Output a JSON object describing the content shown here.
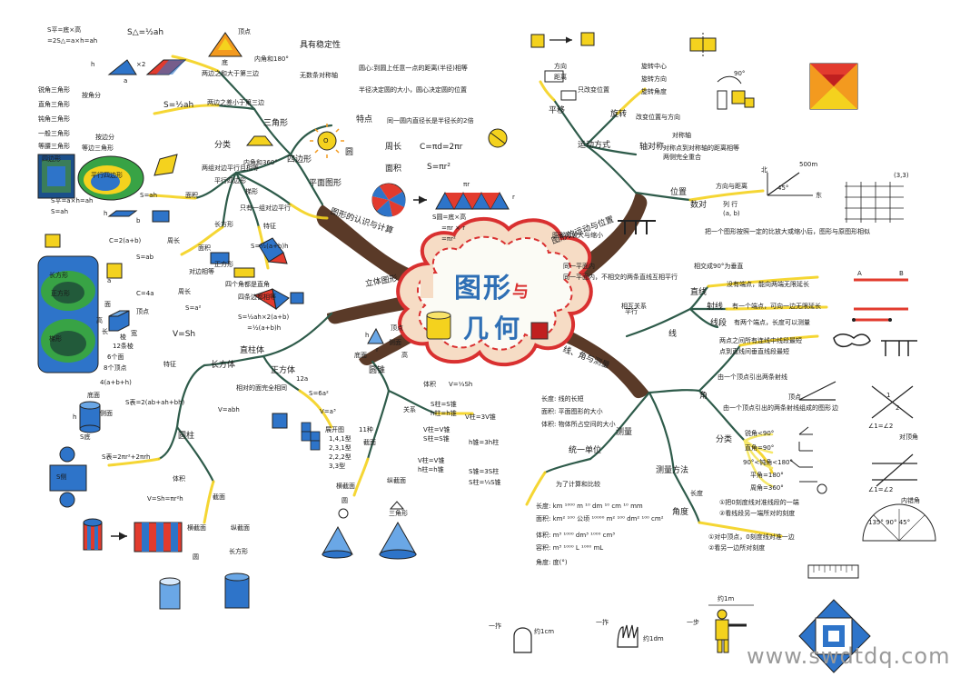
{
  "center": {
    "title_line1": "图形",
    "title_small": "与",
    "title_line2": "几何"
  },
  "branches": {
    "upper_left": "图形的认识与计算",
    "plane": "平面图形",
    "solid": "立体图形",
    "upper_right": "图形的运动与位置",
    "lower_right": "线、角与测量"
  },
  "plane": {
    "triangle": {
      "label": "三角形",
      "area": "S=½ah",
      "area_ex": "S△=½ah",
      "sum": "内角和180°",
      "tri_formula": "S平=底×高",
      "tri_formula2": "=2S△=a×h=ah",
      "classify": "分类",
      "by_angle": "按角分",
      "by_side": "按边分",
      "acute": "锐角三角形",
      "right": "直角三角形",
      "obtuse": "钝角三角形",
      "scalene": "一般三角形",
      "isosceles": "等腰三角形",
      "equilateral": "等边三角形",
      "stability": "具有稳定性",
      "two_sides": "两边之和大于第三边",
      "two_sides2": "两边之差小于第三边",
      "dim": "ha",
      "x2": "×2",
      "label_a": "a",
      "label_h": "h",
      "label_top": "顶点",
      "label_base": "底"
    },
    "circle": {
      "label": "圆",
      "radius": "半径决定圆的大小，圆心决定圆的位置",
      "center": "圆心:到圆上任意一点的距离(半径)相等",
      "feature": "特点",
      "same_circle": "同一圆内直径长是半径长的2倍",
      "symmetric": "无数条对称轴",
      "perimeter": "周长",
      "perimeter_f": "C=πd=2πr",
      "area": "面积",
      "area_f": "S=πr²",
      "o_label": "O",
      "area_deriv": "S圆=底×高",
      "area_deriv2": "=πr × r",
      "area_deriv3": "=πr²",
      "r_label": "r",
      "pir_label": "πr"
    },
    "quad": {
      "label": "四边形",
      "sum": "内角和360°",
      "parallelogram": "平行四边形",
      "para_area": "S=ah",
      "para_feat": "两组对边平行且相等",
      "trapezoid": "梯形",
      "trap_area": "S=½(a+b)h",
      "trap_feat": "只有一组对边平行",
      "rect": "长方形",
      "rect_perim": "C=2(a+b)",
      "rect_area": "S=ab",
      "square": "正方形",
      "sq_perim": "C=4a",
      "sq_area": "S=a²",
      "para_ex": "S平=a×h=ah",
      "para_ex2": "S=ah",
      "trap_ex": "S=½ah×2(a+b)",
      "trap_ex2": "=½(a+b)h",
      "perim": "周长",
      "area": "面积",
      "feat": "特征",
      "opposite": "对边相等",
      "four_right": "四个角都是直角",
      "all_equal": "四条边都相等",
      "l_a": "a",
      "l_b": "b",
      "l_h": "h"
    },
    "sets": {
      "four": "四边形",
      "para": "平行四边形",
      "rect": "长方形",
      "sq": "正方形",
      "trap": "梯形"
    }
  },
  "solid": {
    "cuboid": {
      "label": "长方体",
      "label2": "正方体",
      "vol": "V=abh",
      "vol2": "V=Sh",
      "sa": "S表=2(ab+ah+bh)",
      "sa2": "S=6a²",
      "vol3": "V=a³",
      "edges": "12条棱",
      "faces": "6个面",
      "vertices": "8个顶点",
      "edge_sum": "4(a+b+h)",
      "edge_sum2": "12a",
      "feat": "特征",
      "column": "直柱体",
      "face_label": "面",
      "edge_label": "棱",
      "vertex_label": "顶点",
      "lbl_l": "长",
      "lbl_w": "宽",
      "lbl_h": "高",
      "same_faces": "相对的面完全相同",
      "cubes": "1,4,1型",
      "cubes2": "2,3,1型",
      "cubes3": "2,2,2型",
      "cubes4": "3,3型",
      "unfold": "展开图",
      "num": "11种"
    },
    "cylinder": {
      "label": "圆柱",
      "sa": "S表=2πr²+2πrh",
      "side": "侧面",
      "base": "底面",
      "vol": "V=Sh=πr²h",
      "vol_label": "体积",
      "section": "截面",
      "cross": "横截面",
      "long": "纵截面",
      "circle": "圆",
      "rect": "长方形",
      "s_side": "S侧",
      "label_h": "h",
      "label_s": "S底"
    },
    "cone": {
      "label": "圆锥",
      "vol": "V=⅓Sh",
      "vol_label": "体积",
      "rel": "关系",
      "eq1": "S柱=S锥",
      "eq2": "h柱=h锥",
      "eq3": "V柱=3V锥",
      "eq4": "V柱=V锥",
      "eq5": "S柱=S锥",
      "eq6": "h锥=3h柱",
      "eq7": "V柱=V锥",
      "eq8": "h柱=h锥",
      "eq9": "S锥=3S柱",
      "eq10": "S柱=⅓S锥",
      "section": "截面",
      "cross": "横截面",
      "long": "纵截面",
      "circle": "圆",
      "triangle": "三角形",
      "vertex": "顶点",
      "side": "侧面",
      "base": "底面",
      "height": "高",
      "label_h": "h",
      "label_r": "r"
    }
  },
  "motion": {
    "title": "运动方式",
    "translate": "平移",
    "translate_desc": "只改变位置",
    "translate_dir": "方向",
    "translate_dist": "距离",
    "rotate": "旋转",
    "rotate_desc": "改变位置与方向",
    "rotate_pt": "旋转中心",
    "rotate_dir": "旋转方向",
    "rotate_deg": "旋转角度",
    "axis": "轴对称",
    "axis_desc": "对称点到对称轴的距离相等",
    "axis_desc2": "两侧完全重合",
    "axis_label": "对称轴",
    "deg90": "90°"
  },
  "position": {
    "title": "位置",
    "direction": "方向与距离",
    "pair": "数对",
    "pair_desc": "(a, b)",
    "pair_desc2": "列  行",
    "map": "图形的放大与缩小",
    "map_desc": "把一个图形按照一定的比放大或缩小后，图形与原图形相似",
    "coord": "(3,3)",
    "north": "北",
    "east": "东",
    "dist": "500m",
    "angle": "45°"
  },
  "lines": {
    "title": "线",
    "straight": "直线",
    "straight_desc": "没有端点，能向两端无限延长",
    "ray": "射线",
    "ray_desc": "有一个端点，可向一边无限延长",
    "segment": "线段",
    "segment_desc": "有两个端点，长度可以测量",
    "parallel": "平行",
    "perp": "相交成90°为垂直",
    "relation": "同一平面内，不相交的两条直线互相平行",
    "relation2": "两点之间所有连线中线段最短",
    "relation3": "点到直线间垂直线段最短",
    "l_a": "A",
    "l_b": "B",
    "rel_title": "相互关系",
    "same_plane": "同一平面内"
  },
  "angles": {
    "title": "角",
    "def": "由一个顶点引出两条射线",
    "def2": "由一个顶点引出的两条射线组成的图形",
    "side": "边",
    "vertex": "顶点",
    "classify": "分类",
    "acute": "锐角<90°",
    "right": "直角=90°",
    "obtuse": "90°<钝角<180°",
    "straight": "平角=180°",
    "round": "周角=360°",
    "opposite": "∠1=∠2",
    "opposite_label": "对顶角",
    "interior": "∠1=∠2",
    "interior_label": "内错角",
    "l1": "1",
    "l2": "2"
  },
  "measure": {
    "title": "测量",
    "unit_title": "统一单位",
    "tool": "测量方法",
    "length": "长度",
    "length_desc": "①把0刻度线对准线段的一端",
    "length_desc2": "②看线段另一端所对的刻度",
    "angle": "角度",
    "angle_desc": "①对中顶点，0刻度线对准一边",
    "angle_desc2": "②看另一边所对刻度",
    "compare": "为了计算和比较",
    "unit_len": "长度: km ¹⁰⁰⁰ m ¹⁰ dm ¹⁰ cm ¹⁰ mm",
    "unit_area": "面积: km² ¹⁰⁰ 公顷 ¹⁰⁰⁰⁰ m² ¹⁰⁰ dm² ¹⁰⁰ cm²",
    "unit_vol": "体积: m³ ¹⁰⁰⁰ dm³ ¹⁰⁰⁰ cm³",
    "unit_cap": "容积: m³ ¹⁰⁰⁰ L ¹⁰⁰⁰ mL",
    "unit_deg": "角度: 度(°)",
    "length_def": "长度: 线的长短",
    "area_def": "面积: 平面图形的大小",
    "vol_def": "体积: 物体所占空间的大小",
    "deg_label": "135°  90°  45°"
  },
  "body_units": {
    "finger": "一拃",
    "finger_val": "约1cm",
    "palm": "一拃",
    "palm_val": "约1dm",
    "arm": "一步",
    "arm_val": "约1m",
    "person_len": "约1m"
  },
  "watermark": "www.swdtdq.com",
  "colors": {
    "blue": "#2e74c9",
    "yellow": "#f4d21e",
    "red": "#e23b2e",
    "orange": "#f39a1f",
    "green": "#2f8f3a",
    "trunk": "#5a3a28",
    "branch": "#2e5b4a",
    "highlight": "#f6e86a"
  }
}
